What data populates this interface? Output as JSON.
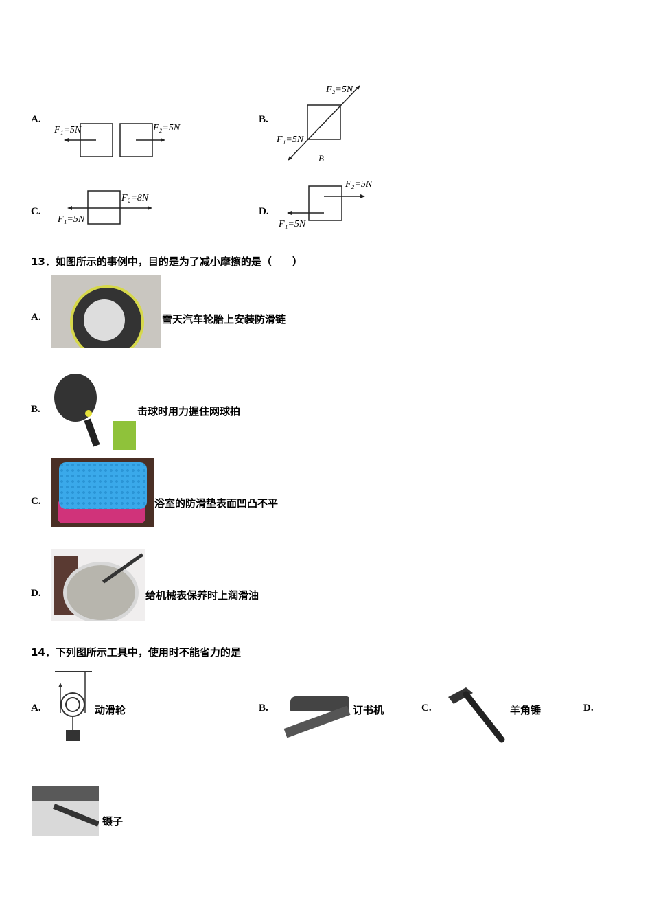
{
  "q12": {
    "options": [
      {
        "label": "A.",
        "f1": "F₁=5N",
        "f2": "F₂=5N"
      },
      {
        "label": "B.",
        "f1": "F₁=5N",
        "f2": "F₂=5N",
        "caption": "B"
      },
      {
        "label": "C.",
        "f1": "F₁=5N",
        "f2": "F₂=8N"
      },
      {
        "label": "D.",
        "f1": "F₁=5N",
        "f2": "F₂=5N"
      }
    ]
  },
  "q13": {
    "stem": "13．如图所示的事例中，目的是为了减小摩擦的是（　　）",
    "options": [
      {
        "label": "A.",
        "text": "雪天汽车轮胎上安装防滑链"
      },
      {
        "label": "B.",
        "text": "击球时用力握住网球拍"
      },
      {
        "label": "C.",
        "text": "浴室的防滑垫表面凹凸不平"
      },
      {
        "label": "D.",
        "text": "给机械表保养时上润滑油"
      }
    ]
  },
  "q14": {
    "stem": "14．下列图所示工具中，使用时不能省力的是",
    "options": [
      {
        "label": "A.",
        "text": "动滑轮"
      },
      {
        "label": "B.",
        "text": "订书机"
      },
      {
        "label": "C.",
        "text": "羊角锤"
      },
      {
        "label": "D.",
        "text": "镊子"
      }
    ]
  }
}
